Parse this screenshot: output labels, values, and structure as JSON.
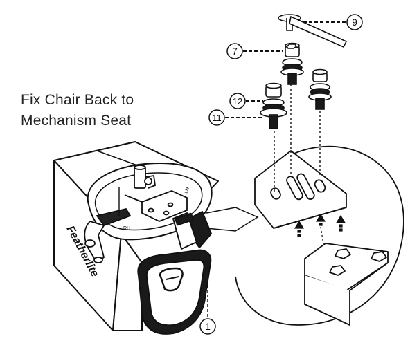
{
  "title_lines": [
    "Fix Chair Back to",
    "Mechanism Seat"
  ],
  "callouts": [
    "9",
    "7",
    "12",
    "11",
    "1"
  ],
  "box_brand": "Featherlite",
  "side_labels": [
    "LH",
    "RH"
  ],
  "colors": {
    "ink": "#111111",
    "paper": "#ffffff",
    "dark_fill": "#1a1a1a"
  }
}
